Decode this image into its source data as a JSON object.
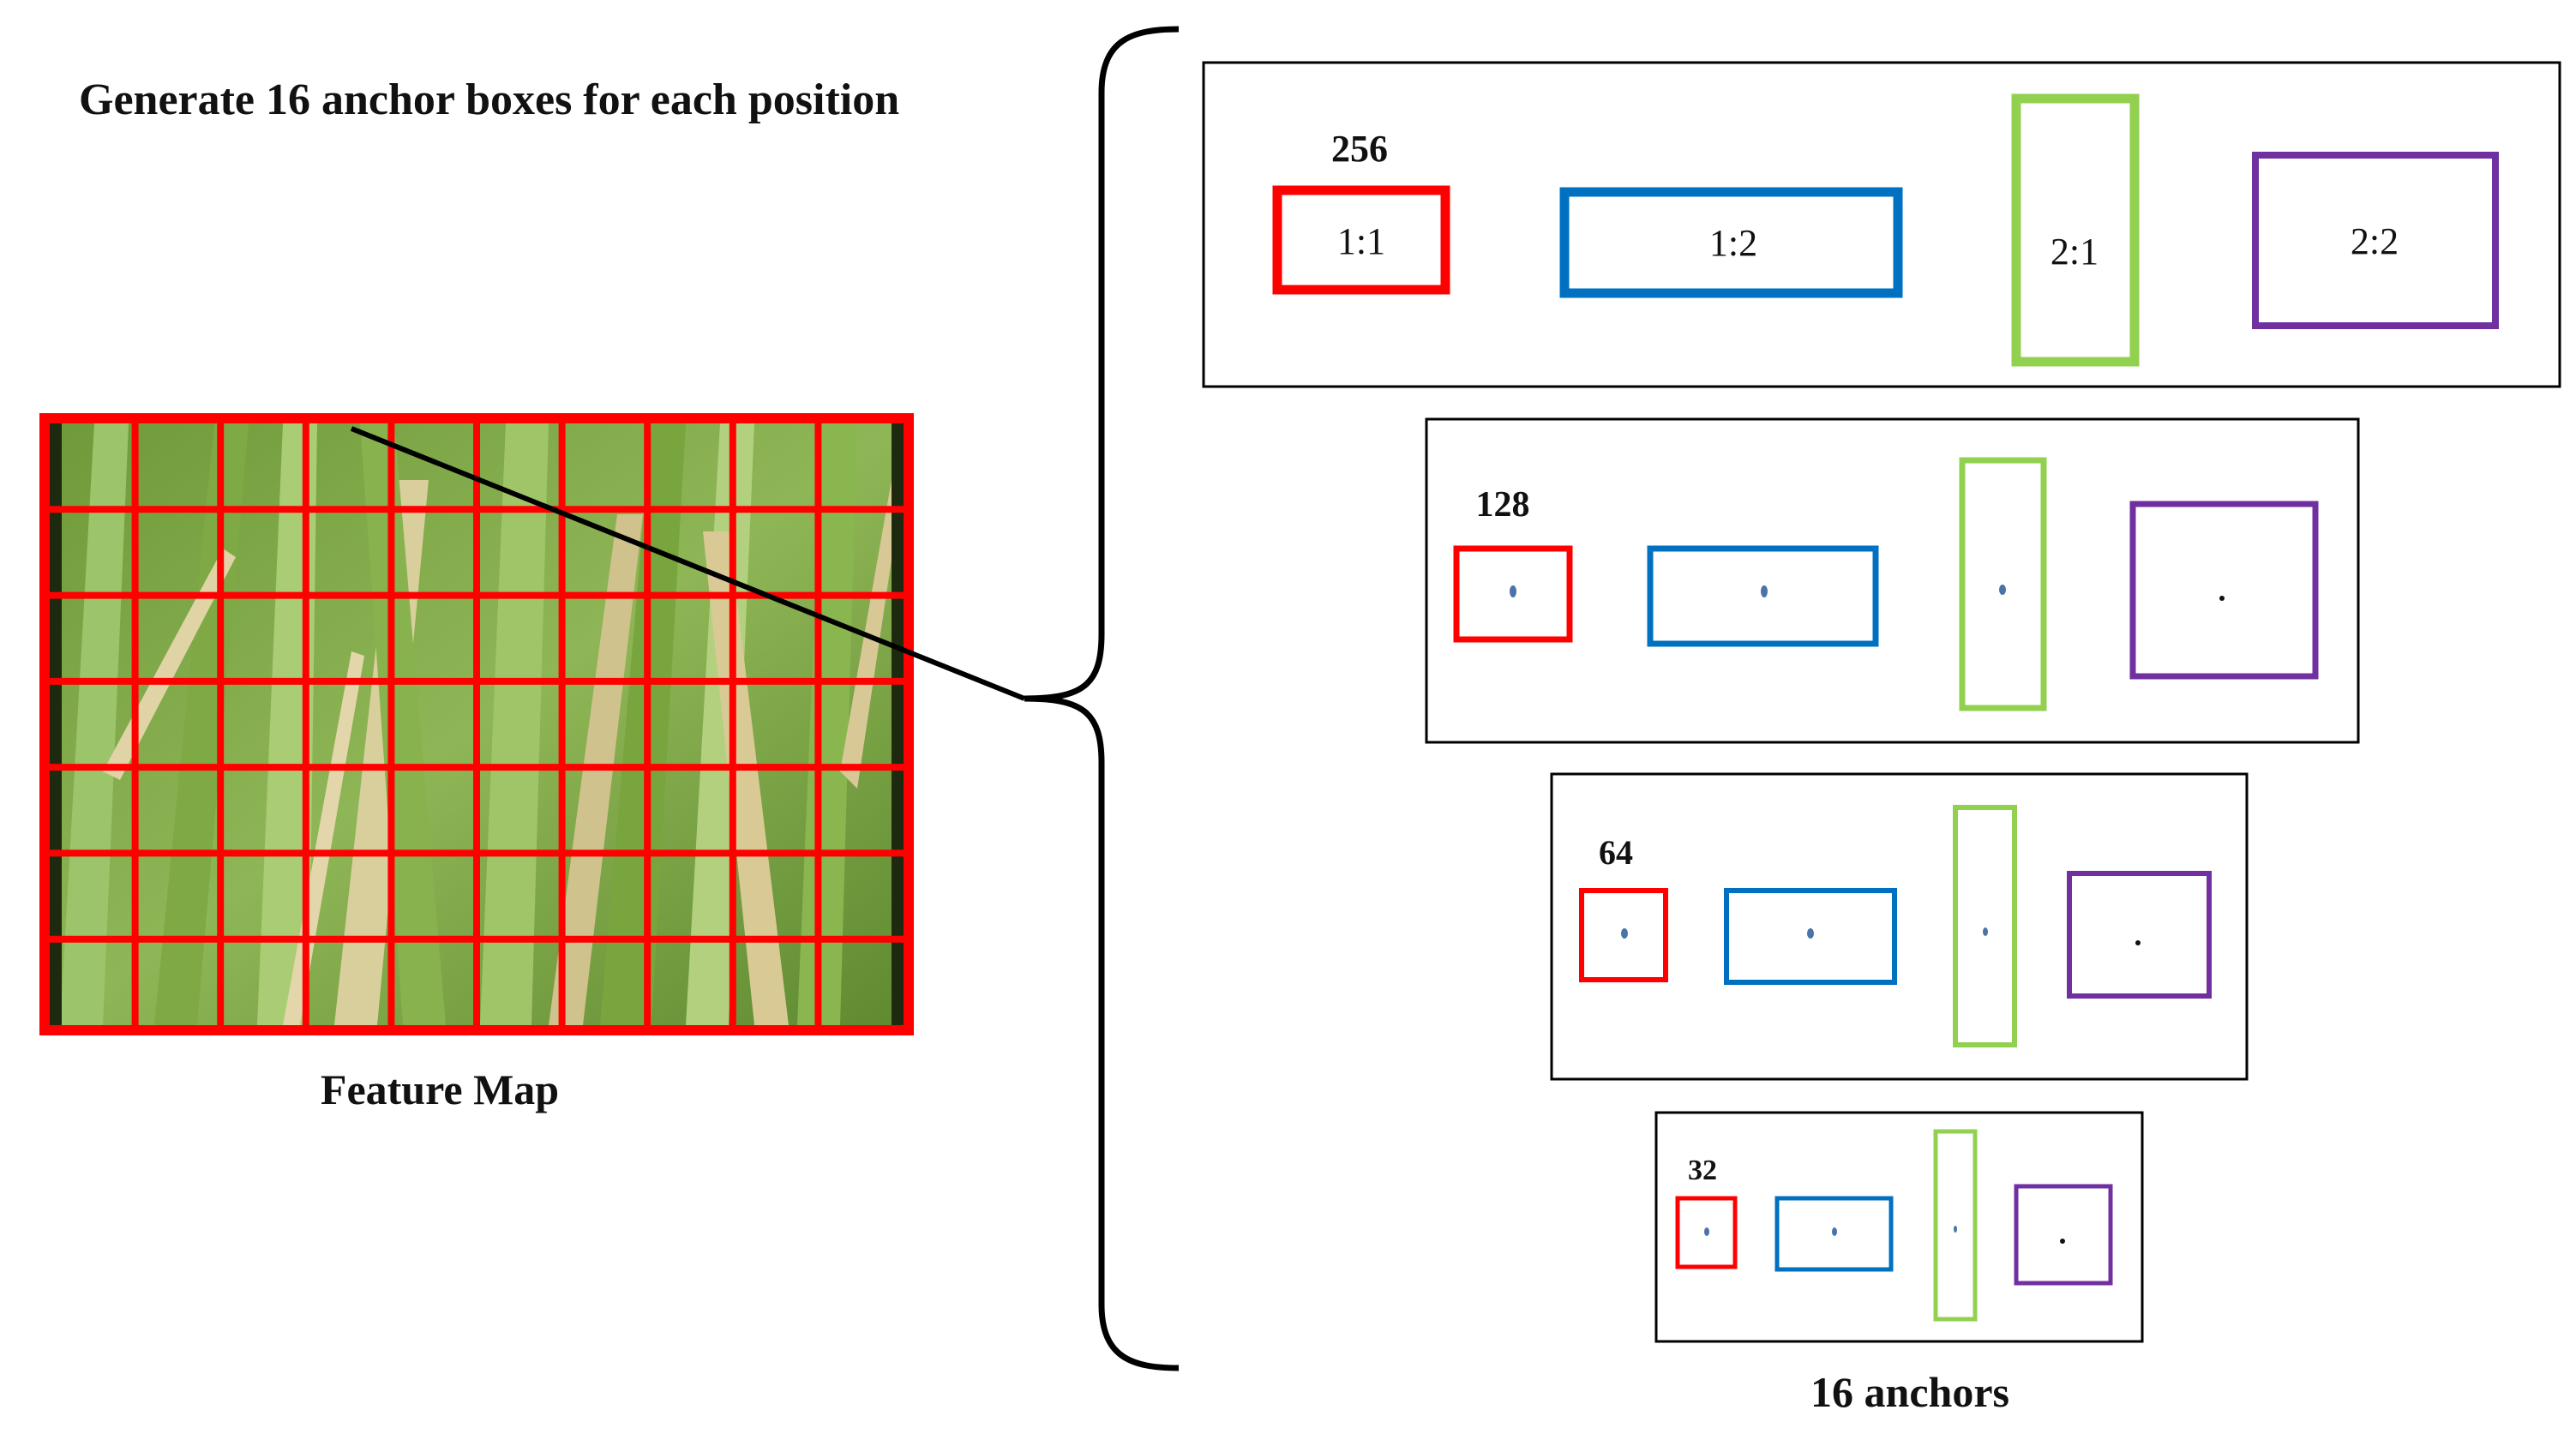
{
  "title": "Generate 16 anchor boxes for each position",
  "feature_map": {
    "label": "Feature Map",
    "columns": 10,
    "rows": 7,
    "grid_color": "#ff0000",
    "image_description": "rice plant leaves"
  },
  "anchors_caption": "16 anchors",
  "colors": {
    "ratio_1_1": "#ff0000",
    "ratio_1_2": "#0070c0",
    "ratio_2_1": "#92d050",
    "ratio_2_2": "#7030a0",
    "connector": "#000000"
  },
  "scales": [
    {
      "size_label": "256",
      "ratio_labels": [
        "1:1",
        "1:2",
        "2:1",
        "2:2"
      ]
    },
    {
      "size_label": "128",
      "ratio_labels": [
        "",
        "",
        "",
        ""
      ]
    },
    {
      "size_label": "64",
      "ratio_labels": [
        "",
        "",
        "",
        ""
      ]
    },
    {
      "size_label": "32",
      "ratio_labels": [
        "",
        "",
        "",
        ""
      ]
    }
  ]
}
